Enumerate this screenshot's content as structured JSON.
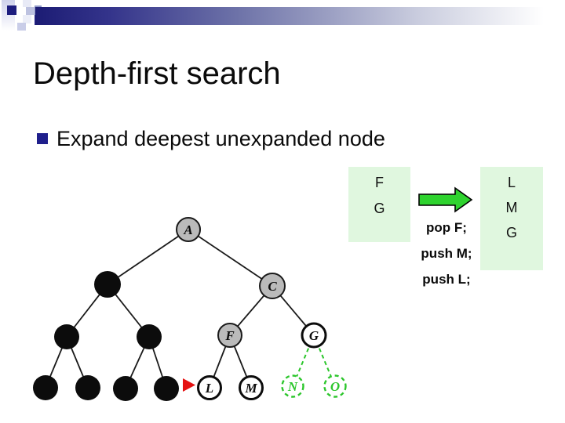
{
  "slide": {
    "title": "Depth-first search",
    "bullet": "Expand deepest unexpanded node"
  },
  "stacks": {
    "before": [
      "F",
      "G"
    ],
    "after": [
      "L",
      "M",
      "G"
    ],
    "operations": [
      "pop F;",
      "push M;",
      "push L;"
    ]
  },
  "tree": {
    "labels": {
      "A": "A",
      "C": "C",
      "F": "F",
      "G": "G",
      "L": "L",
      "M": "M",
      "N": "N",
      "O": "O"
    },
    "states": {
      "gray_nodes": "expanded path nodes (A, C, F)",
      "black_nodes": "pruned/ignored subtree nodes",
      "open_nodes": "generated unexpanded nodes (G, L, M)",
      "frontier_nodes": "newly generated children shown dashed green (N, O)"
    }
  },
  "icons": {
    "transition_arrow": "right-arrow",
    "current_node_marker": "red-right-triangle",
    "bullet_marker": "navy-square"
  },
  "colors": {
    "accent_navy": "#1f1f8c",
    "bar_navy": "#1c1c74",
    "stack_bg": "#e0f7df",
    "arrow_green": "#2fd32f",
    "frontier_green": "#2cc62c",
    "node_gray": "#bababa",
    "marker_red": "#e51212"
  }
}
